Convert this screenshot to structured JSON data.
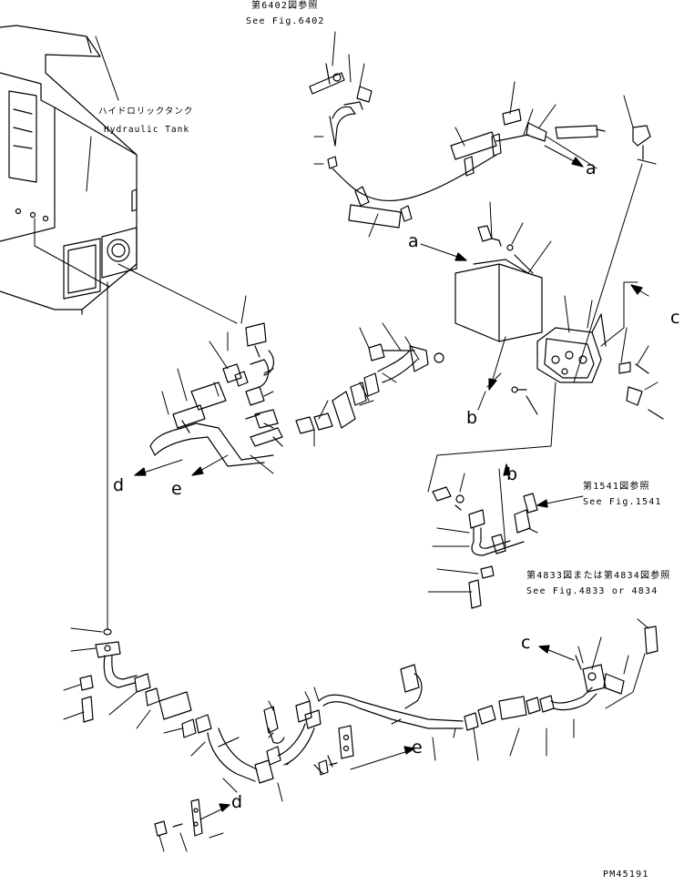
{
  "tank": {
    "jp": "ハイドロリックタンク",
    "en": "Hydraulic Tank"
  },
  "refs": {
    "fig6402_jp": "第6402図参照",
    "fig6402_en": "See Fig.6402",
    "fig1541_jp": "第1541図参照",
    "fig1541_en": "See Fig.1541",
    "fig4833_jp": "第4833図または第4834図参照",
    "fig4833_en": "See Fig.4833 or 4834"
  },
  "letters": {
    "a1": "a",
    "a2": "a",
    "b1": "b",
    "b2": "b",
    "c1": "c",
    "c2": "c",
    "d1": "d",
    "d2": "d",
    "e1": "e",
    "e2": "e"
  },
  "drawing_no": "PM45191",
  "colors": {
    "line": "#000000",
    "bg": "#ffffff"
  }
}
